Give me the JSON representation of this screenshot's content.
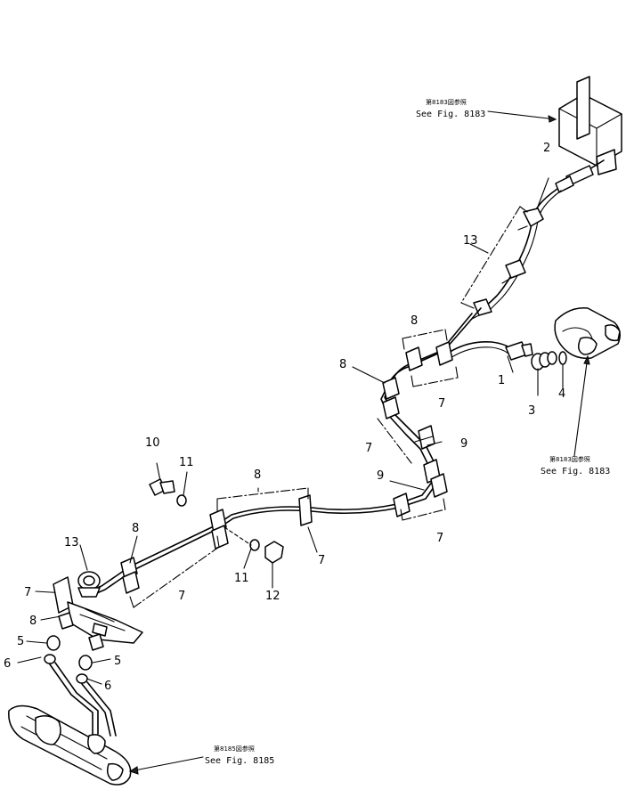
{
  "references": {
    "top_right": {
      "jp": "第8183図参照",
      "en": "See Fig. 8183"
    },
    "mid_right": {
      "jp": "第8183図参照",
      "en": "See Fig. 8183"
    },
    "bottom": {
      "jp": "第8185図参照",
      "en": "See Fig. 8185"
    }
  },
  "callouts": {
    "c1": "1",
    "c2": "2",
    "c3": "3",
    "c4": "4",
    "c5a": "5",
    "c5b": "5",
    "c6a": "6",
    "c6b": "6",
    "c7a": "7",
    "c7b": "7",
    "c7c": "7",
    "c7d": "7",
    "c7e": "7",
    "c7f": "7",
    "c8a": "8",
    "c8b": "8",
    "c8c": "8",
    "c8d": "8",
    "c8e": "8",
    "c9a": "9",
    "c9b": "9",
    "c10": "10",
    "c11a": "11",
    "c11b": "11",
    "c12": "12",
    "c13a": "13",
    "c13b": "13"
  }
}
